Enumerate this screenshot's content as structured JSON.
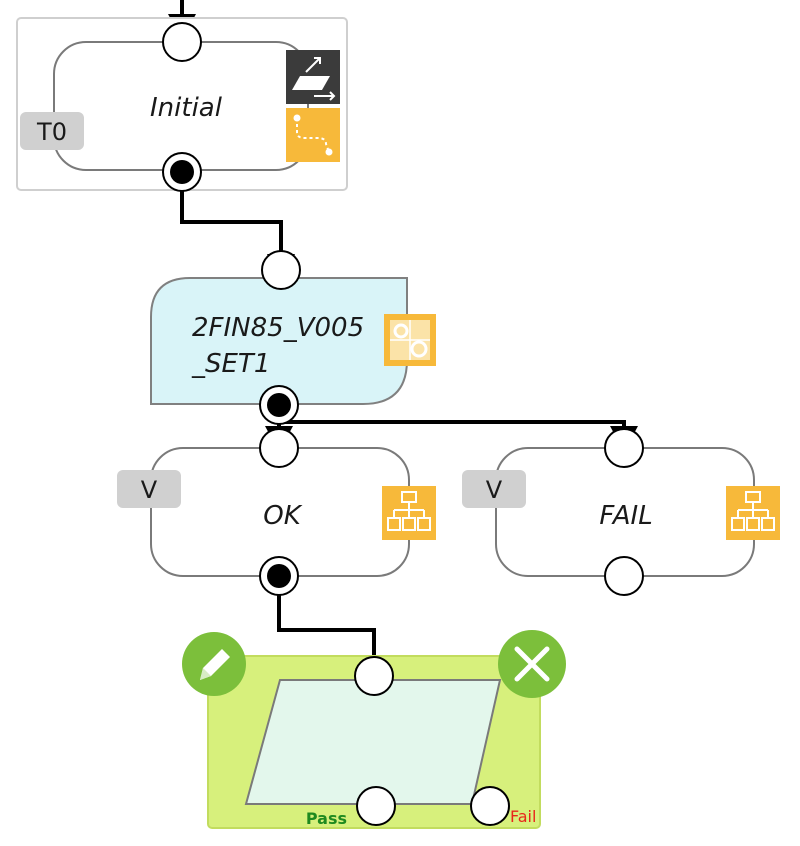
{
  "nodes": {
    "initial": {
      "label": "Initial",
      "badge": "T0"
    },
    "set1": {
      "label_line1": "2FIN85_V005",
      "label_line2": "_SET1"
    },
    "ok": {
      "label": "OK",
      "badge": "V"
    },
    "fail": {
      "label": "FAIL",
      "badge": "V"
    },
    "decision": {
      "pass_label": "Pass",
      "fail_label": "Fail"
    }
  },
  "colors": {
    "port_pass_label": "#1f8a1f",
    "port_fail_label": "#e8261b",
    "action_icon_bg": "#f7b93a",
    "tool_icon_bg": "#3b3b3b",
    "set_fill": "#d9f4f8",
    "decision_frame": "#d7f07c",
    "decision_fill": "#e3f7ec",
    "edit_button": "#7cbf3b",
    "close_button": "#7cbf3b"
  },
  "icons": {
    "tool": "transform-tool-icon",
    "route": "route-path-icon",
    "gear": "gears-icon",
    "hierarchy": "hierarchy-icon",
    "edit": "pencil-icon",
    "close": "close-x-icon"
  }
}
